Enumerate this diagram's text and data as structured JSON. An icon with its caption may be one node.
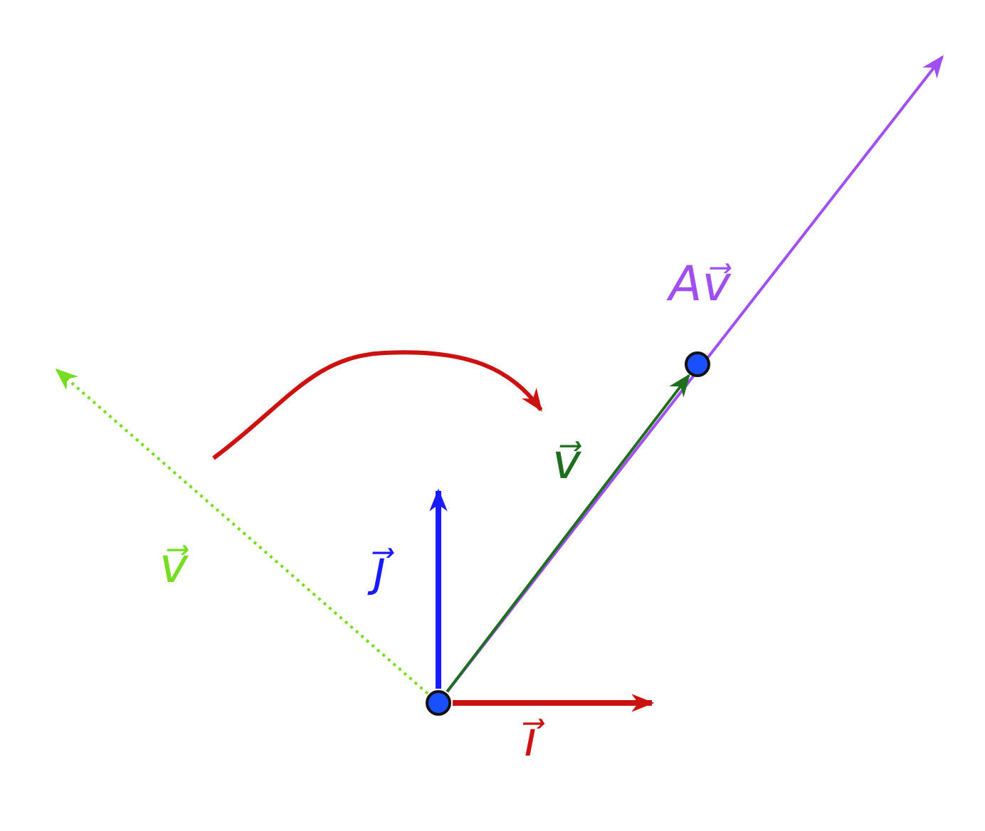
{
  "diagram": {
    "nodes": [
      {
        "text": [],
        "shape": "circle"
      },
      {
        "text": [],
        "shape": "circle"
      }
    ],
    "edges": [
      {
        "from": 0,
        "to": null,
        "arrow": "to",
        "label": "Av⃗",
        "color": "#a050f0"
      },
      {
        "from": 0,
        "to": 1,
        "arrow": "to",
        "label": "v⃗",
        "color": "#1f6e1f"
      },
      {
        "from": 0,
        "to": null,
        "arrow": "to",
        "label": "v⃗",
        "style": "dashed",
        "color": "#77dd22"
      },
      {
        "from": 0,
        "to": null,
        "arrow": "to",
        "label": "j⃗",
        "style": "thick",
        "color": "#1a1aff"
      },
      {
        "from": 0,
        "to": null,
        "arrow": "to",
        "label": "i⃗",
        "style": "thick",
        "color": "#cc1111"
      }
    ]
  }
}
